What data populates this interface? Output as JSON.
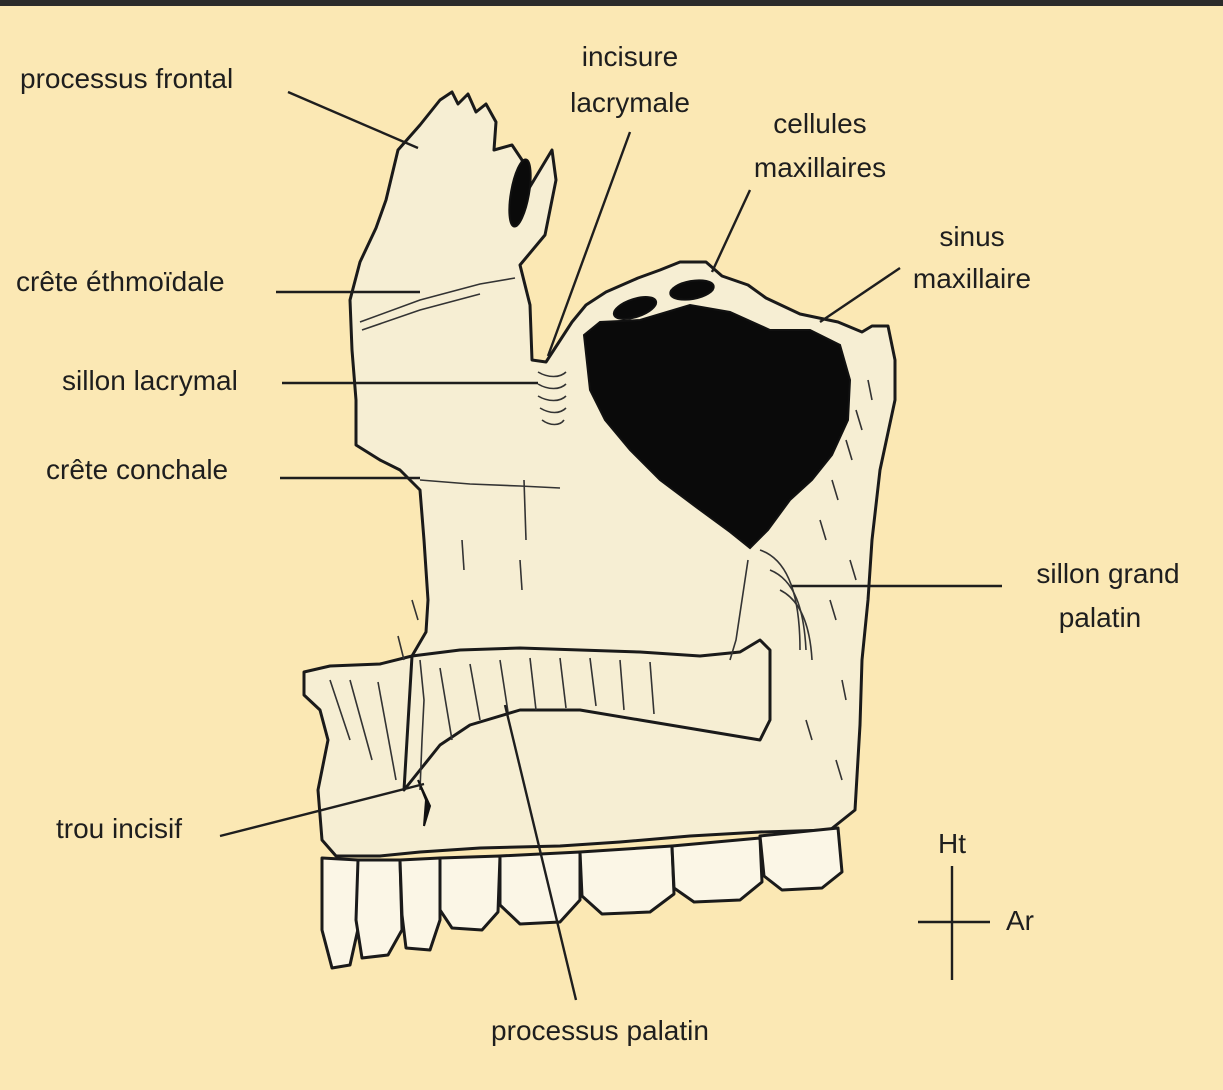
{
  "labels": {
    "processus_frontal": "processus frontal",
    "incisure_line1": "incisure",
    "incisure_line2": "lacrymale",
    "cellules_line1": "cellules",
    "cellules_line2": "maxillaires",
    "sinus_line1": "sinus",
    "sinus_line2": "maxillaire",
    "crete_ethmoidale": "crête éthmoïdale",
    "sillon_lacrymal": "sillon lacrymal",
    "crete_conchale": "crête conchale",
    "sillon_grand_line1": "sillon grand",
    "sillon_grand_line2": "palatin",
    "trou_incisif": "trou incisif",
    "processus_palatin": "processus palatin"
  },
  "orientation": {
    "up": "Ht",
    "back": "Ar"
  },
  "colors": {
    "background": "#FBE8B4",
    "bone": "#F6EED3",
    "ink": "#1a1a1a"
  }
}
